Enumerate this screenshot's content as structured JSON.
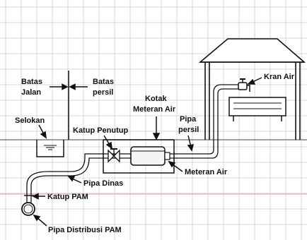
{
  "labels": {
    "batas_jalan_1": "Batas",
    "batas_jalan_2": "Jalan",
    "batas_persil_1": "Batas",
    "batas_persil_2": "persil",
    "kotak_meteran_1": "Kotak",
    "kotak_meteran_2": "Meteran Air",
    "kran_air": "Kran Air",
    "pipa_persil_1": "Pipa",
    "pipa_persil_2": "persil",
    "selokan": "Selokan",
    "katup_penutup": "Katup Penutup",
    "meteran_air": "Meteran Air",
    "pipa_dinas": "Pipa Dinas",
    "katup_pam": "Katup PAM",
    "pipa_distribusi_pam": "Pipa Distribusi PAM"
  },
  "colors": {
    "grid": "#d7d7d7",
    "ground_line": "#666666",
    "underground_line": "#e6a3a3",
    "ink": "#111111",
    "fill_light": "#f4f4f4"
  }
}
